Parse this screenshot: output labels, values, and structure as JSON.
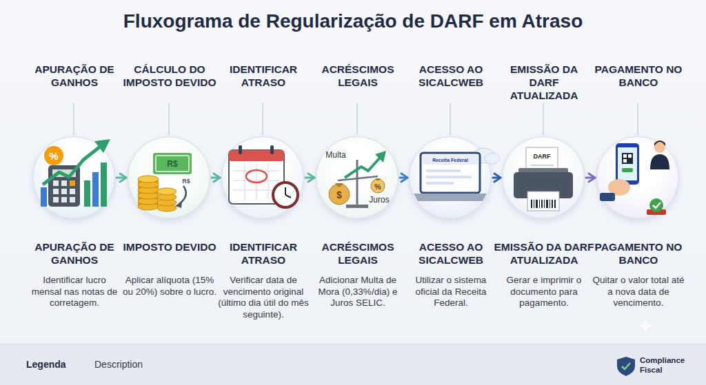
{
  "diagram": {
    "title": "Fluxograma de Regularização de DARF em Atraso",
    "nodes": [
      {
        "text": [
          "APURAÇÃO DE GANHOS",
          "APURAÇÃO DE GANHOS",
          "Identificar lucro mensal nas notas de corretagem."
        ]
      },
      {
        "text": [
          "CÁLCULO DO IMPOSTO DEVIDO",
          "IMPOSTO DEVIDO",
          "Aplicar alíquota (15% ou 20%) sobre o lucro."
        ]
      },
      {
        "text": [
          "IDENTIFICAR ATRASO",
          "IDENTIFICAR ATRASO",
          "Verificar data de vencimento original (último dia útil do mês seguinte)."
        ]
      },
      {
        "text": [
          "ACRÉSCIMOS LEGAIS",
          "ACRÉSCIMOS LEGAIS",
          "Adicionar Multa de Mora (0,33%/dia) e Juros SELIC."
        ]
      },
      {
        "text": [
          "ACESSO AO SICALCWEB",
          "ACESSO AO SICALCWEB",
          "Utilizar o sistema oficial da Receita Federal."
        ]
      },
      {
        "text": [
          "EMISSÃO DA DARF ATUALIZADA",
          "EMISSÃO DA DARF ATUALIZADA",
          "Gerar e imprimir o documento para pagamento."
        ]
      },
      {
        "text": [
          "PAGAMENTO NO BANCO",
          "PAGAMENTO NO BANCO",
          "Quitar o valor total até a nova data de vencimento."
        ]
      }
    ],
    "edges": [
      {
        "from": 0,
        "to": 1,
        "arrow": "to"
      },
      {
        "from": 1,
        "to": 2,
        "arrow": "to"
      },
      {
        "from": 2,
        "to": 3,
        "arrow": "to"
      },
      {
        "from": 3,
        "to": 4,
        "arrow": "to"
      },
      {
        "from": 4,
        "to": 5,
        "arrow": "to"
      },
      {
        "from": 5,
        "to": 6,
        "arrow": "to"
      }
    ],
    "labels": [
      "%",
      "R$",
      "R$",
      "Multa",
      "$",
      "%",
      "Juros",
      "Receita Federal",
      "DARF",
      "Legenda",
      "Description",
      "Compliance Fiscal"
    ]
  }
}
